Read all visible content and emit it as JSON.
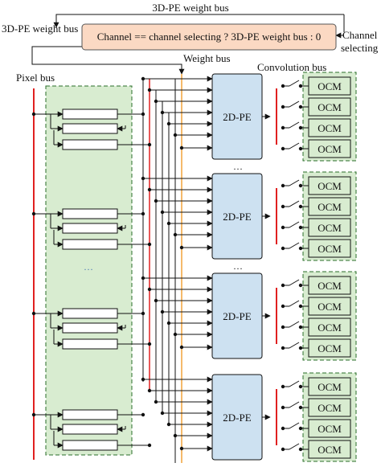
{
  "labels": {
    "top_bus": "3D-PE weight bus",
    "left_bus": "3D-PE weight bus",
    "selector": "Channel == channel selecting ? 3D-PE weight bus : 0",
    "channel_sel_line1": "Channel",
    "channel_sel_line2": "selecting",
    "weight_bus": "Weight bus",
    "pixel_bus": "Pixel bus",
    "convolution_bus": "Convolution bus",
    "pe_label": "2D-PE",
    "ocm_label": "OCM",
    "ellipsis": "···"
  },
  "colors": {
    "selector_fill": "#fbd9c3",
    "pixel_region_fill": "#d8ecd0",
    "pe_fill": "#cde1f1",
    "ocm_fill": "#d8ecd0",
    "pixel_bus_line": "#e02020",
    "weight_bus_line": "#f2a33a",
    "conv_bus_line": "#e02020",
    "ellipsis_color": "#4a7ab5"
  },
  "pe_blocks": [
    {
      "pe": "2D-PE",
      "ocms": [
        "OCM",
        "OCM",
        "OCM",
        "OCM"
      ]
    },
    {
      "pe": "2D-PE",
      "ocms": [
        "OCM",
        "OCM",
        "OCM",
        "OCM"
      ]
    },
    {
      "pe": "2D-PE",
      "ocms": [
        "OCM",
        "OCM",
        "OCM",
        "OCM"
      ]
    },
    {
      "pe": "2D-PE",
      "ocms": [
        "OCM",
        "OCM",
        "OCM",
        "OCM"
      ]
    }
  ]
}
